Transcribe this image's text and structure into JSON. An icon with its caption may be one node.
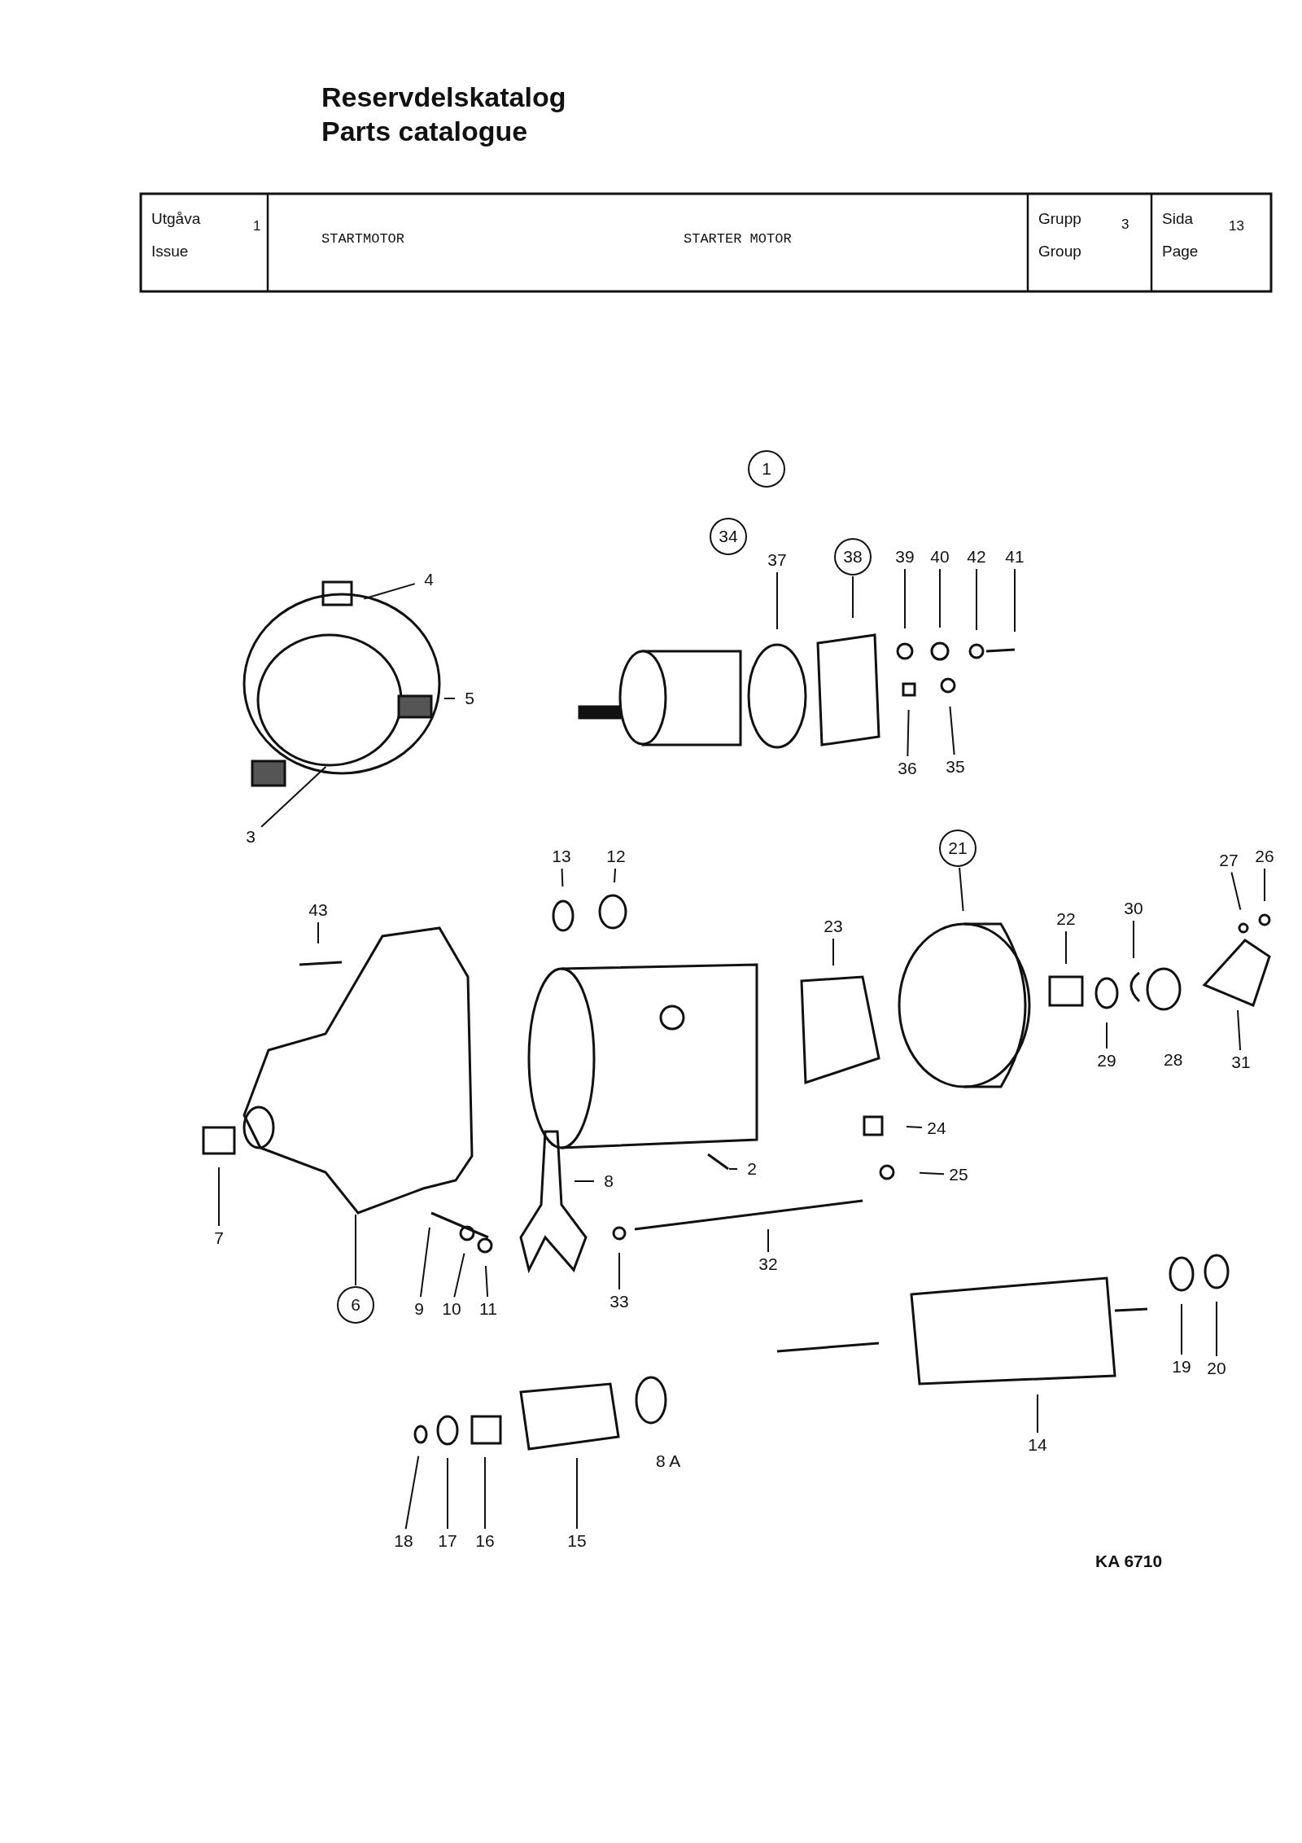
{
  "diagram": {
    "nodes": [
      {
        "text": [
          "1"
        ]
      },
      {
        "text": [
          "34"
        ]
      },
      {
        "text": [
          "37"
        ]
      },
      {
        "text": [
          "38"
        ]
      },
      {
        "text": [
          "39"
        ]
      },
      {
        "text": [
          "40"
        ]
      },
      {
        "text": [
          "42"
        ]
      },
      {
        "text": [
          "41"
        ]
      },
      {
        "text": [
          "4"
        ]
      },
      {
        "text": [
          "5"
        ]
      },
      {
        "text": [
          "36"
        ]
      },
      {
        "text": [
          "35"
        ]
      },
      {
        "text": [
          "3"
        ]
      },
      {
        "text": [
          "21"
        ]
      },
      {
        "text": [
          "13"
        ]
      },
      {
        "text": [
          "12"
        ]
      },
      {
        "text": [
          "27"
        ]
      },
      {
        "text": [
          "26"
        ]
      },
      {
        "text": [
          "43"
        ]
      },
      {
        "text": [
          "30"
        ]
      },
      {
        "text": [
          "22"
        ]
      },
      {
        "text": [
          "23"
        ]
      },
      {
        "text": [
          "29"
        ]
      },
      {
        "text": [
          "31"
        ]
      },
      {
        "text": [
          "24"
        ]
      },
      {
        "text": [
          "2"
        ]
      },
      {
        "text": [
          "25"
        ]
      },
      {
        "text": [
          "8"
        ]
      },
      {
        "text": [
          "7"
        ]
      },
      {
        "text": [
          "32"
        ]
      },
      {
        "text": [
          "6"
        ]
      },
      {
        "text": [
          "9"
        ]
      },
      {
        "text": [
          "10"
        ]
      },
      {
        "text": [
          "11"
        ]
      },
      {
        "text": [
          "33"
        ]
      },
      {
        "text": [
          "19"
        ]
      },
      {
        "text": [
          "20"
        ]
      },
      {
        "text": [
          "14"
        ]
      },
      {
        "text": [
          "18"
        ]
      },
      {
        "text": [
          "17"
        ]
      },
      {
        "text": [
          "16"
        ]
      },
      {
        "text": [
          "15"
        ]
      }
    ],
    "edges": [
      {
        "from": 2,
        "to": null,
        "arrow": "none"
      },
      {
        "from": 3,
        "to": null,
        "arrow": "none"
      },
      {
        "from": 4,
        "to": null,
        "arrow": "none"
      },
      {
        "from": 5,
        "to": null,
        "arrow": "none"
      },
      {
        "from": 6,
        "to": null,
        "arrow": "none"
      },
      {
        "from": 7,
        "to": null,
        "arrow": "none"
      },
      {
        "from": 8,
        "to": null,
        "arrow": "none"
      },
      {
        "from": 9,
        "to": null,
        "arrow": "none"
      },
      {
        "from": 10,
        "to": null,
        "arrow": "none"
      },
      {
        "from": 11,
        "to": null,
        "arrow": "none"
      },
      {
        "from": 12,
        "to": null,
        "arrow": "none"
      },
      {
        "from": 13,
        "to": null,
        "arrow": "none"
      },
      {
        "from": 14,
        "to": null,
        "arrow": "none"
      },
      {
        "from": 15,
        "to": null,
        "arrow": "none"
      },
      {
        "from": 16,
        "to": null,
        "arrow": "none"
      },
      {
        "from": 17,
        "to": null,
        "arrow": "none"
      },
      {
        "from": 18,
        "to": null,
        "arrow": "none"
      },
      {
        "from": 19,
        "to": null,
        "arrow": "none"
      },
      {
        "from": 20,
        "to": null,
        "arrow": "none"
      },
      {
        "from": 21,
        "to": null,
        "arrow": "none"
      },
      {
        "from": 22,
        "to": null,
        "arrow": "none"
      },
      {
        "from": 23,
        "to": null,
        "arrow": "none"
      },
      {
        "from": 24,
        "to": null,
        "arrow": "none"
      },
      {
        "from": 25,
        "to": null,
        "arrow": "none"
      },
      {
        "from": 26,
        "to": null,
        "arrow": "none"
      },
      {
        "from": 27,
        "to": null,
        "arrow": "none"
      },
      {
        "from": 28,
        "to": null,
        "arrow": "none"
      },
      {
        "from": 29,
        "to": null,
        "arrow": "none"
      },
      {
        "from": 30,
        "to": null,
        "arrow": "none"
      },
      {
        "from": 31,
        "to": null,
        "arrow": "none"
      },
      {
        "from": 32,
        "to": null,
        "arrow": "none"
      },
      {
        "from": 33,
        "to": null,
        "arrow": "none"
      },
      {
        "from": 34,
        "to": null,
        "arrow": "none"
      },
      {
        "from": 35,
        "to": null,
        "arrow": "none"
      },
      {
        "from": 36,
        "to": null,
        "arrow": "none"
      },
      {
        "from": 37,
        "to": null,
        "arrow": "none"
      },
      {
        "from": 38,
        "to": null,
        "arrow": "none"
      },
      {
        "from": 39,
        "to": null,
        "arrow": "none"
      },
      {
        "from": 40,
        "to": null,
        "arrow": "none"
      },
      {
        "from": 41,
        "to": null,
        "arrow": "none"
      }
    ],
    "labels": [
      "Reservdelskatalog",
      "Parts catalogue",
      "Utgåva",
      "1",
      "STARTMOTOR",
      "STARTER MOTOR",
      "Grupp",
      "3",
      "Sida",
      "13",
      "Issue",
      "Group",
      "Page",
      "28",
      "8 A",
      "KA 6710"
    ]
  }
}
